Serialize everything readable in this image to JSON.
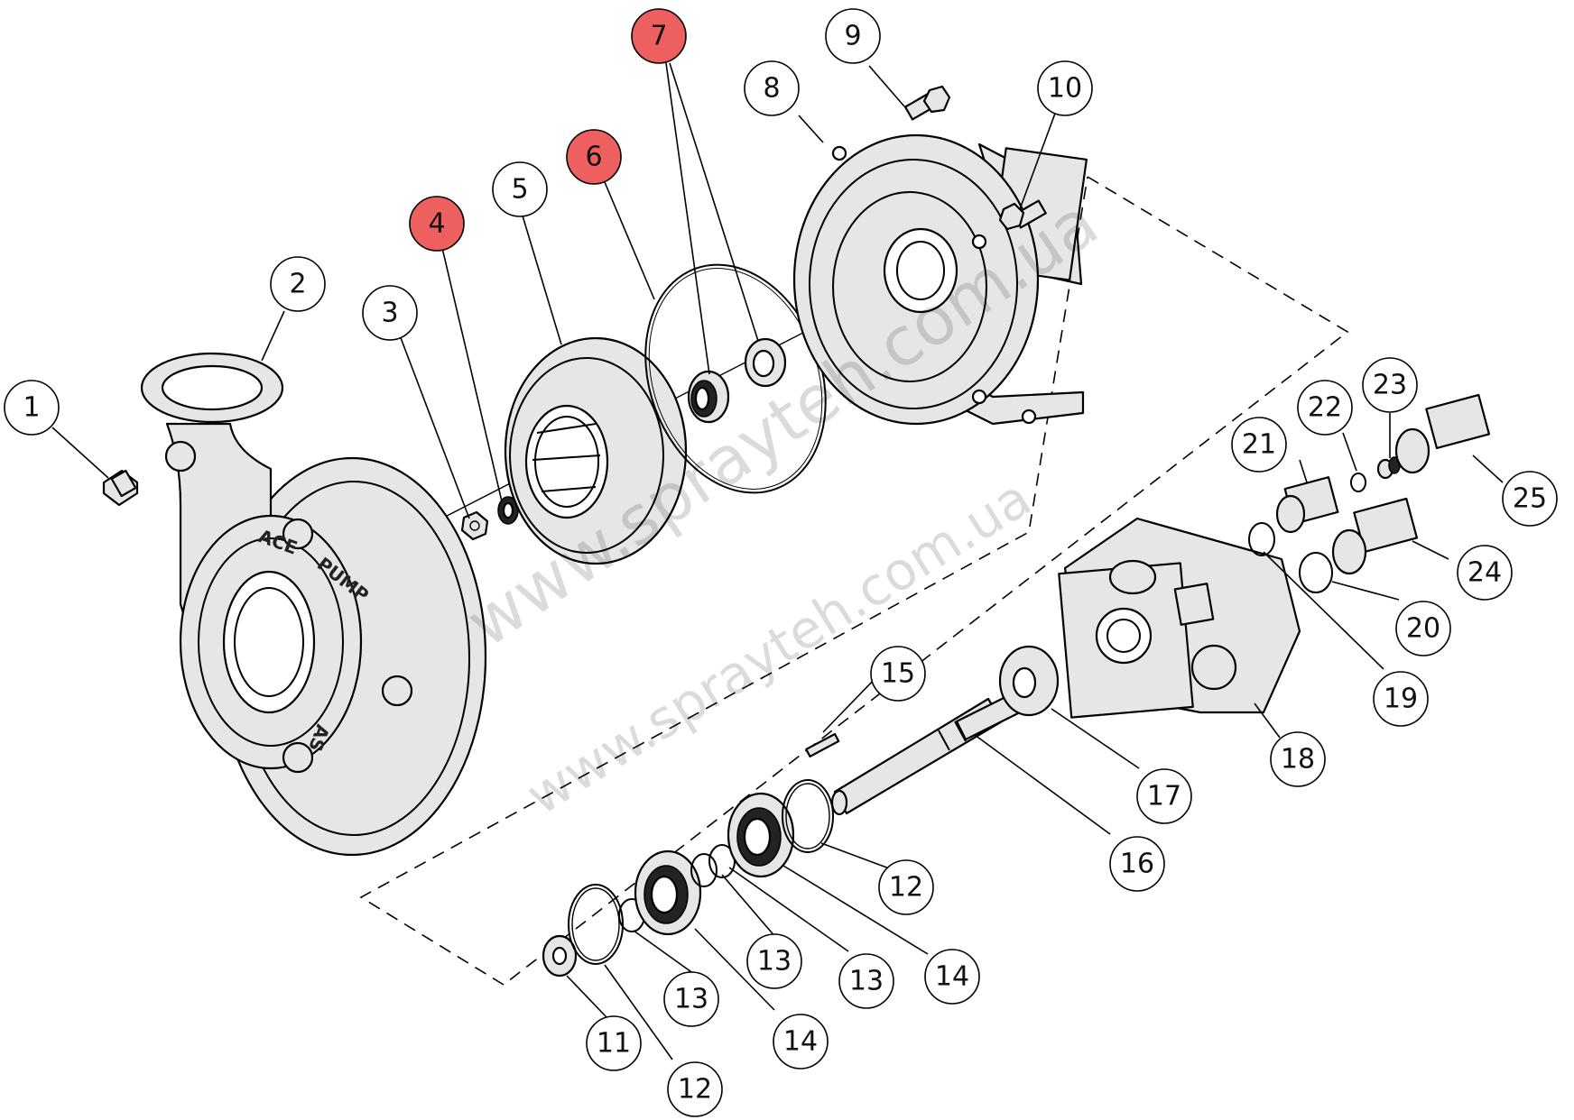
{
  "watermark": {
    "text_large": "www.sprayteh.com.ua",
    "text_small": "www.sprayteh.com.ua"
  },
  "casing_text": {
    "brand_left": "ACE",
    "brand_right": "PUMP",
    "brand_bottom": "AS"
  },
  "colors": {
    "highlight": "#ee6060",
    "part_fill": "#e6e6e6",
    "line": "#000000"
  },
  "highlighted_callouts": [
    "4",
    "6",
    "7"
  ],
  "callouts": [
    {
      "id": "c1",
      "label": "1"
    },
    {
      "id": "c2",
      "label": "2"
    },
    {
      "id": "c3",
      "label": "3"
    },
    {
      "id": "c4",
      "label": "4"
    },
    {
      "id": "c5",
      "label": "5"
    },
    {
      "id": "c6",
      "label": "6"
    },
    {
      "id": "c7",
      "label": "7"
    },
    {
      "id": "c8",
      "label": "8"
    },
    {
      "id": "c9",
      "label": "9"
    },
    {
      "id": "c10",
      "label": "10"
    },
    {
      "id": "c11",
      "label": "11"
    },
    {
      "id": "c12a",
      "label": "12"
    },
    {
      "id": "c12b",
      "label": "12"
    },
    {
      "id": "c13a",
      "label": "13"
    },
    {
      "id": "c13b",
      "label": "13"
    },
    {
      "id": "c13c",
      "label": "13"
    },
    {
      "id": "c14a",
      "label": "14"
    },
    {
      "id": "c14b",
      "label": "14"
    },
    {
      "id": "c15",
      "label": "15"
    },
    {
      "id": "c16",
      "label": "16"
    },
    {
      "id": "c17",
      "label": "17"
    },
    {
      "id": "c18",
      "label": "18"
    },
    {
      "id": "c19",
      "label": "19"
    },
    {
      "id": "c20",
      "label": "20"
    },
    {
      "id": "c21",
      "label": "21"
    },
    {
      "id": "c22",
      "label": "22"
    },
    {
      "id": "c23",
      "label": "23"
    },
    {
      "id": "c24",
      "label": "24"
    },
    {
      "id": "c25",
      "label": "25"
    }
  ]
}
